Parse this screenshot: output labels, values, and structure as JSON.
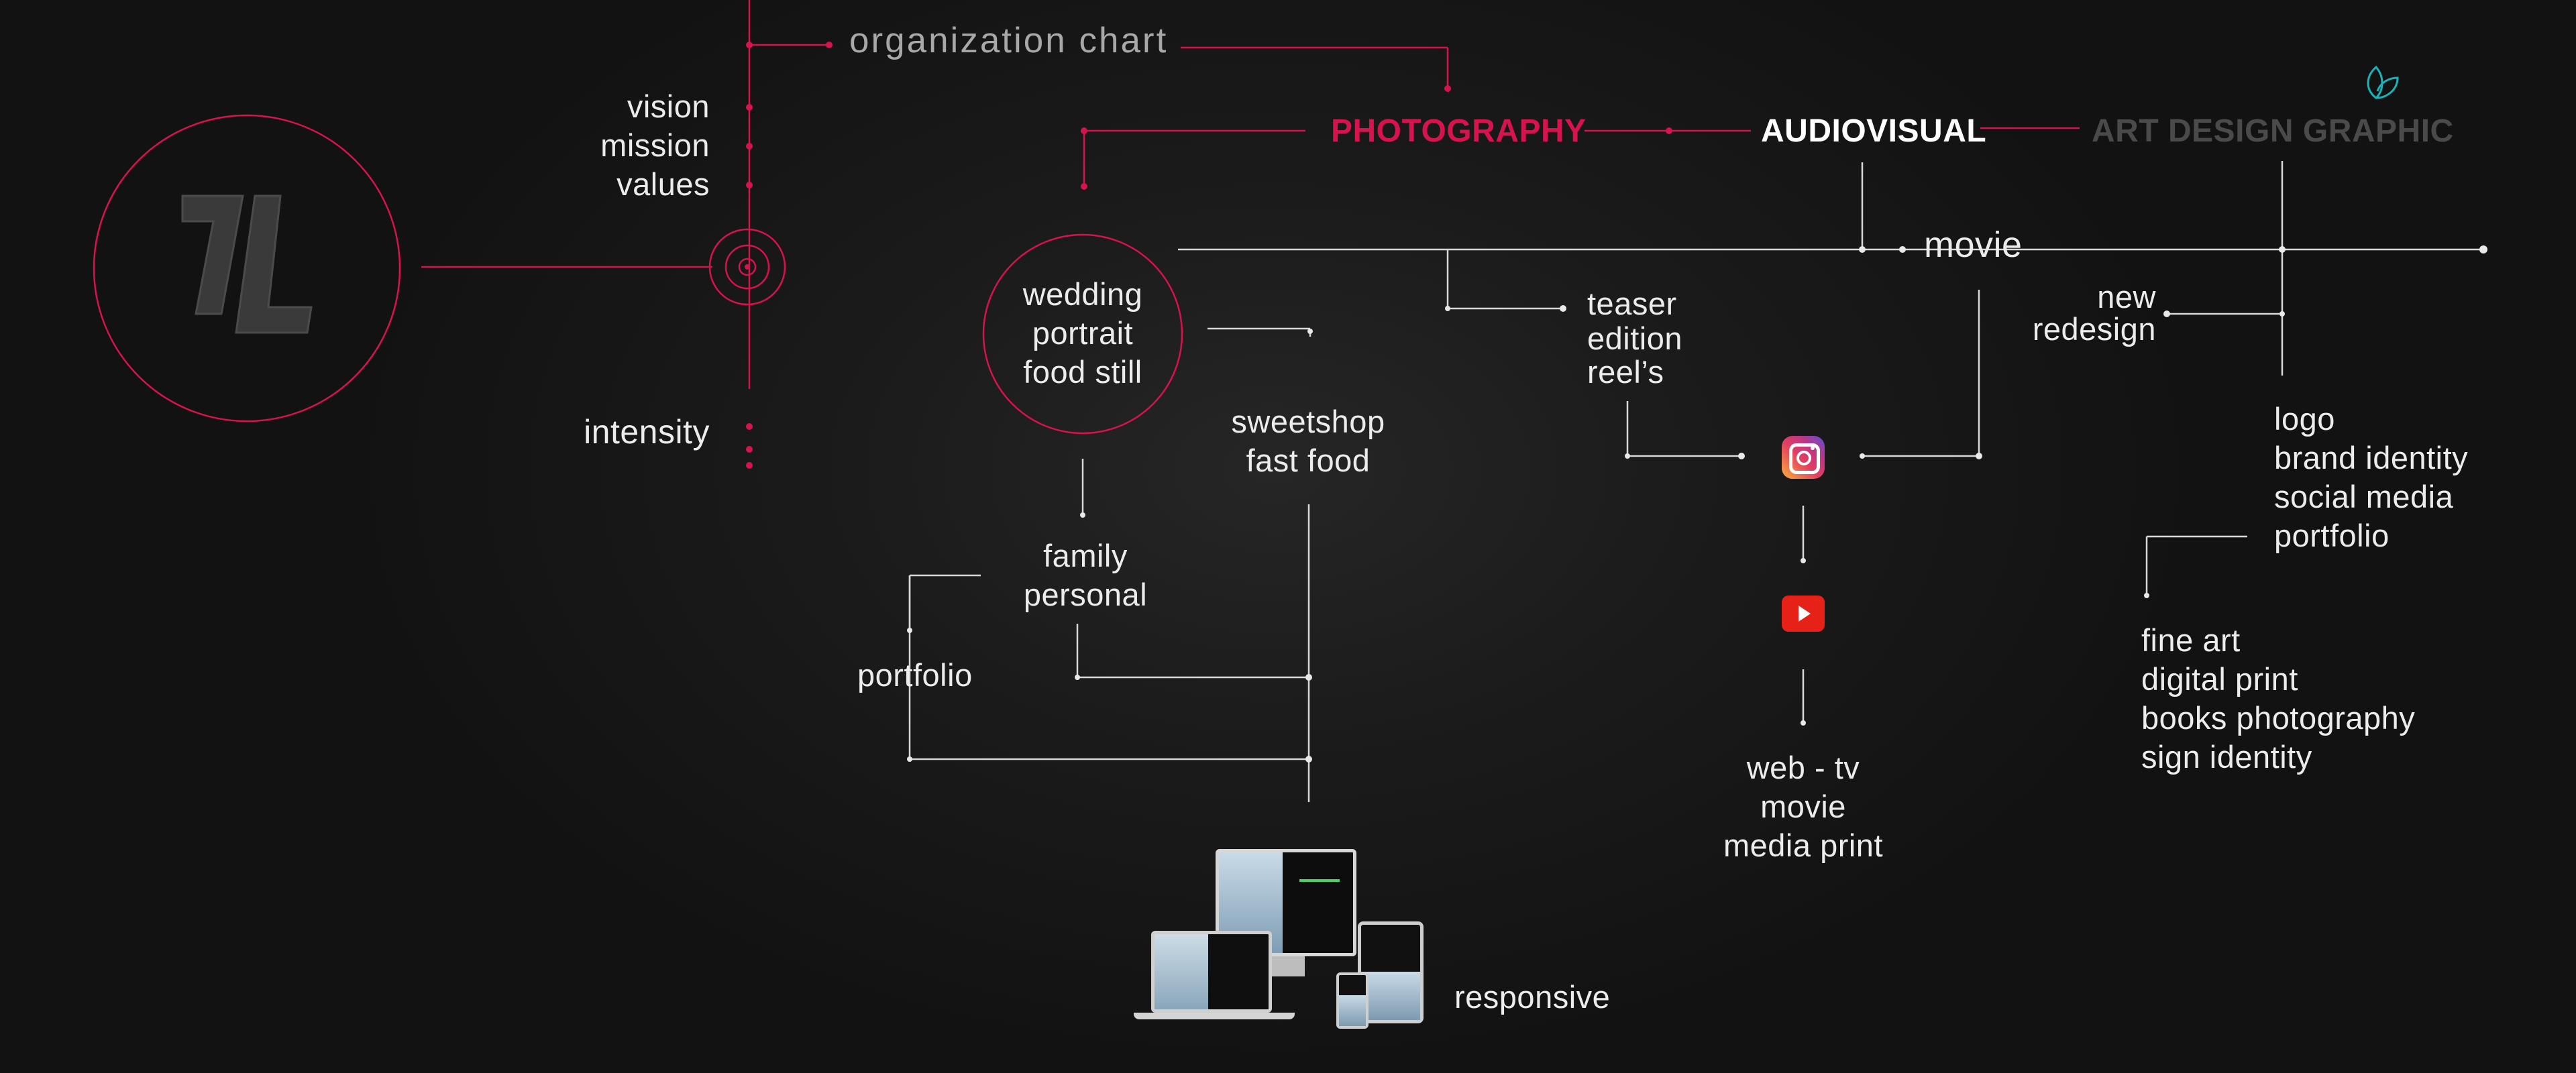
{
  "header": {
    "subtitle": "organization chart"
  },
  "left": {
    "values_block": [
      "vision",
      "mission",
      "values"
    ],
    "intensity": "intensity",
    "logo_mark": "7L"
  },
  "categories": {
    "photography": "PHOTOGRAPHY",
    "audiovisual": "AUDIOVISUAL",
    "art_design": "ART DESIGN GRAPHIC"
  },
  "photography": {
    "circle_items": [
      "wedding",
      "portrait",
      "food still"
    ],
    "sweetshop": [
      "sweetshop",
      "fast food"
    ],
    "family": [
      "family",
      "personal"
    ],
    "portfolio": "portfolio",
    "responsive": "responsive"
  },
  "audiovisual": {
    "movie": "movie",
    "teaser": [
      "teaser",
      "edition",
      "reel’s"
    ],
    "outputs": [
      "web - tv",
      "movie",
      "media print"
    ],
    "icons": [
      "instagram-icon",
      "youtube-icon"
    ]
  },
  "art_design": {
    "new_redesign": [
      "new",
      "redesign"
    ],
    "brand": [
      "logo",
      "brand identity",
      "social media",
      "portfolio"
    ],
    "print": [
      "fine art",
      "digital print",
      "books photography",
      "sign identity"
    ],
    "icon": "leaf-icon"
  },
  "colors": {
    "accent": "#d6134c",
    "line": "#d8d8d8",
    "text": "#ececec",
    "muted": "#4a4a4a",
    "teal": "#19b3b8"
  }
}
